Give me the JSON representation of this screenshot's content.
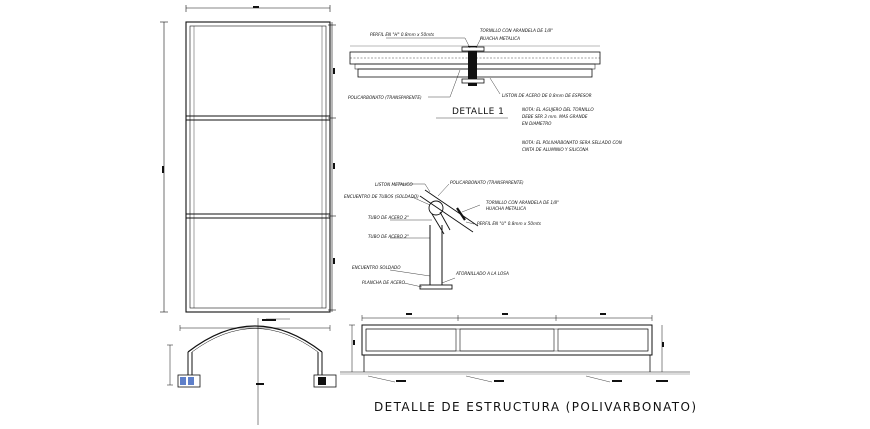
{
  "drawing_title": "DETALLE DE ESTRUCTURA (POLIVARBONATO)",
  "detail_1": {
    "title": "DETALLE 1",
    "label_perfil": "PERFIL EN \"H\" 0.8mm x 50mts",
    "label_tornillo": "TORNILLO CON ARANDELA DE 1/8\"",
    "label_huacha": "HUACHA METALICA",
    "label_polycarbonate": "POLICARBONATO (TRANSPARENTE)",
    "label_liston": "LISTON DE ACERO DE 0.8mm DE ESPESOR",
    "note_1_line_1": "NOTA: EL AGUJERO DEL TORNILLO",
    "note_1_line_2": "DEBE SER 3 mm. MAS GRANDE",
    "note_1_line_3": "EN DIAMETRO",
    "note_2_line_1": "NOTA: EL POLIVARBONATO SERA SELLADO CON",
    "note_2_line_2": "CINTA DE ALUMINIO Y SILICONA"
  },
  "detail_2": {
    "label_liston": "LISTON METALICO",
    "label_polycarbonate": "POLICARBONATO (TRANSPARENTE)",
    "label_encuentro_tubos": "ENCUENTRO DE TUBOS (SOLDADO)",
    "label_tornillo": "TORNILLO CON ARANDELA DE 1/8\"",
    "label_huacha": "HUACHA METALICA",
    "label_tubo_1": "TUBO DE ACERO 2\"",
    "label_perfil": "PERFIL EN \"U\" 0.8mm x 50mts",
    "label_tubo_2": "TUBO DE ACERO 2\"",
    "label_encuentro_soldado": "ENCUENTRO SOLDADO",
    "label_atornillado": "ATORNILLADO A LA LOSA",
    "label_plancha": "PLANCHA DE ACERO"
  }
}
